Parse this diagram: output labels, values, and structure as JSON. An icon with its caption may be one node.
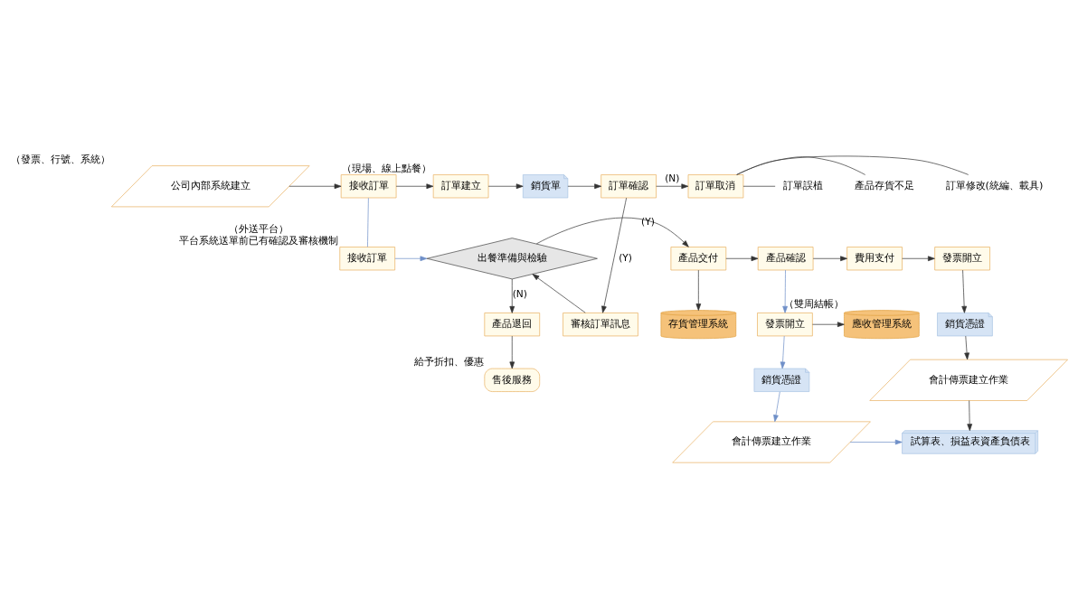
{
  "diagram": {
    "nodes": [
      {
        "text": [
          "公司內部系統建立"
        ],
        "beside": [
          "（發票、行號、系統）"
        ]
      },
      {
        "text": [
          "接收訂單"
        ],
        "beside": [
          "（現場、線上點餐）"
        ]
      },
      {
        "text": [
          "訂單建立"
        ]
      },
      {
        "text": [
          "銷貨單"
        ]
      },
      {
        "text": [
          "訂單確認"
        ]
      },
      {
        "text": [
          "訂單取消"
        ]
      },
      {
        "text": [
          "訂單修改(統編、載具)"
        ]
      },
      {
        "text": [
          "產品存貨不足"
        ]
      },
      {
        "text": [
          "訂單誤植"
        ]
      },
      {
        "text": [
          "審核訂單訊息"
        ]
      },
      {
        "text": [
          "存貨管理系統"
        ]
      },
      {
        "text": [
          "接收訂單"
        ],
        "beside": [
          "（外送平台）",
          "平台系統送單前已有確認及審核機制"
        ]
      },
      {
        "text": [
          "出餐準備與檢驗"
        ]
      },
      {
        "text": [
          "產品交付"
        ]
      },
      {
        "text": [
          "產品確認"
        ]
      },
      {
        "text": [
          "費用支付"
        ]
      },
      {
        "text": [
          "發票開立"
        ]
      },
      {
        "text": [
          "應收管理系統"
        ],
        "beside": [
          "（雙周結帳）"
        ]
      },
      {
        "text": [
          "發票開立"
        ]
      },
      {
        "text": [
          "銷貨憑證"
        ]
      },
      {
        "text": [
          "產品退回"
        ]
      },
      {
        "text": [
          "銷貨憑證"
        ]
      },
      {
        "text": [
          "會計傳票建立作業"
        ]
      },
      {
        "text": [
          "售後服務"
        ],
        "beside": [
          "給予折扣、優惠"
        ]
      },
      {
        "text": [
          "會計傳票建立作業"
        ]
      },
      {
        "text": [
          "試算表、損益表資產負債表"
        ]
      }
    ],
    "edges": [
      {
        "from": 0,
        "to": 1,
        "arrow": "to"
      },
      {
        "from": 1,
        "to": 2,
        "arrow": "to"
      },
      {
        "from": 2,
        "to": 3,
        "arrow": "to"
      },
      {
        "from": 3,
        "to": 4,
        "arrow": "to"
      },
      {
        "from": 4,
        "to": 5,
        "arrow": "to",
        "label": "(N)"
      },
      {
        "from": 5,
        "to": 6,
        "arrow": "none"
      },
      {
        "from": 5,
        "to": 7,
        "arrow": "none"
      },
      {
        "from": 5,
        "to": 8,
        "arrow": "none"
      },
      {
        "from": 4,
        "to": 9,
        "arrow": "to",
        "label": "(Y)"
      },
      {
        "from": 9,
        "to": 12,
        "arrow": "to"
      },
      {
        "from": 1,
        "to": 11,
        "arrow": "none",
        "color": "#6f8fc8"
      },
      {
        "from": 11,
        "to": 12,
        "arrow": "to",
        "color": "#6f8fc8"
      },
      {
        "from": 12,
        "to": 13,
        "arrow": "to",
        "label": "(Y)"
      },
      {
        "from": 13,
        "to": 10,
        "arrow": "to"
      },
      {
        "from": 13,
        "to": 14,
        "arrow": "to"
      },
      {
        "from": 14,
        "to": 15,
        "arrow": "to"
      },
      {
        "from": 15,
        "to": 16,
        "arrow": "to"
      },
      {
        "from": 14,
        "to": 18,
        "arrow": "to",
        "color": "#6f8fc8"
      },
      {
        "from": 18,
        "to": 17,
        "arrow": "to"
      },
      {
        "from": 16,
        "to": 19,
        "arrow": "to"
      },
      {
        "from": 12,
        "to": 20,
        "arrow": "to",
        "label": "(N)"
      },
      {
        "from": 20,
        "to": 23,
        "arrow": "to"
      },
      {
        "from": 18,
        "to": 21,
        "arrow": "to",
        "color": "#6f8fc8"
      },
      {
        "from": 21,
        "to": 24,
        "arrow": "to",
        "color": "#6f8fc8"
      },
      {
        "from": 19,
        "to": 22,
        "arrow": "to"
      },
      {
        "from": 22,
        "to": 25,
        "arrow": "to"
      },
      {
        "from": 24,
        "to": 25,
        "arrow": "to",
        "color": "#6f8fc8"
      }
    ]
  }
}
